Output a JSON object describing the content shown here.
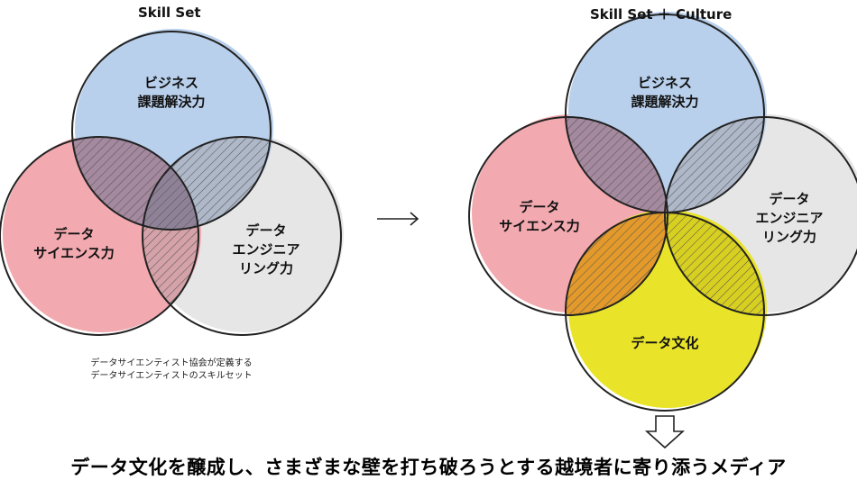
{
  "left_diagram": {
    "title": "Skill Set",
    "circles": {
      "business": [
        "ビジネス",
        "課題解決力"
      ],
      "data_science": [
        "データ",
        "サイエンス力"
      ],
      "data_engineering": [
        "データ",
        "エンジニア",
        "リング力"
      ]
    },
    "caption": [
      "データサイエンティスト協会が定義する",
      "データサイエンティストのスキルセット"
    ]
  },
  "right_diagram": {
    "title": "Skill Set ＋ Culture",
    "circles": {
      "business": [
        "ビジネス",
        "課題解決力"
      ],
      "data_science": [
        "データ",
        "サイエンス力"
      ],
      "data_engineering": [
        "データ",
        "エンジニア",
        "リング力"
      ],
      "data_culture": [
        "データ文化"
      ]
    }
  },
  "arrow": "→",
  "tagline": "データ文化を醸成し、さまざまな壁を打ち破ろうとする越境者に寄り添うメディア",
  "colors": {
    "business": "#b9d0ec",
    "data_science": "#f2aab0",
    "data_engineering": "#e6e6e6",
    "data_culture": "#e9e42a",
    "outline": "#222222"
  }
}
